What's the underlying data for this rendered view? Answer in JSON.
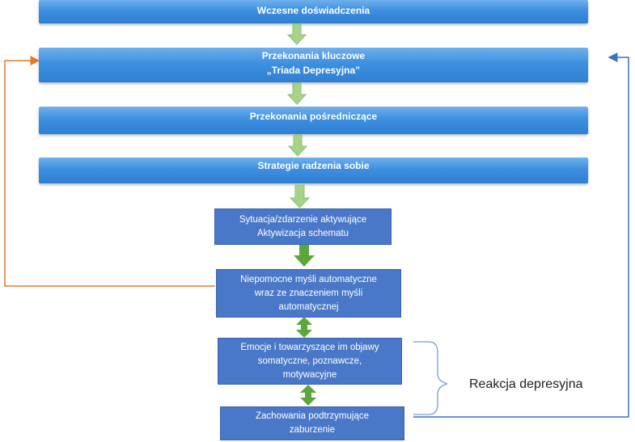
{
  "boxes": {
    "early_experiences": "Wczesne doświadczenia",
    "core_beliefs_line1": "Przekonania kluczowe",
    "core_beliefs_line2": "„Triada Depresyjna”",
    "intermediate_beliefs": "Przekonania pośredniczące",
    "coping_strategies": "Strategie radzenia sobie",
    "trigger_line1": "Sytuacja/zdarzenie aktywujące",
    "trigger_line2": "Aktywizacja schematu",
    "automatic_thoughts_line1": "Niepomocne myśli automatyczne",
    "automatic_thoughts_line2": "wraz ze znaczeniem myśli",
    "automatic_thoughts_line3": "automatycznej",
    "emotions_line1": "Emocje i towarzyszące im objawy",
    "emotions_line2": "somatyczne, poznawcze,",
    "emotions_line3": "motywacyjne",
    "behaviors_line1": "Zachowania podtrzymujące",
    "behaviors_line2": "zaburzenie"
  },
  "brace_label": "Reakcja depresyjna",
  "colors": {
    "feedback_left": "#e8762a",
    "feedback_right": "#3a6fcb",
    "arrow_light": "#a6d38a",
    "arrow_dark": "#5aa83c"
  }
}
